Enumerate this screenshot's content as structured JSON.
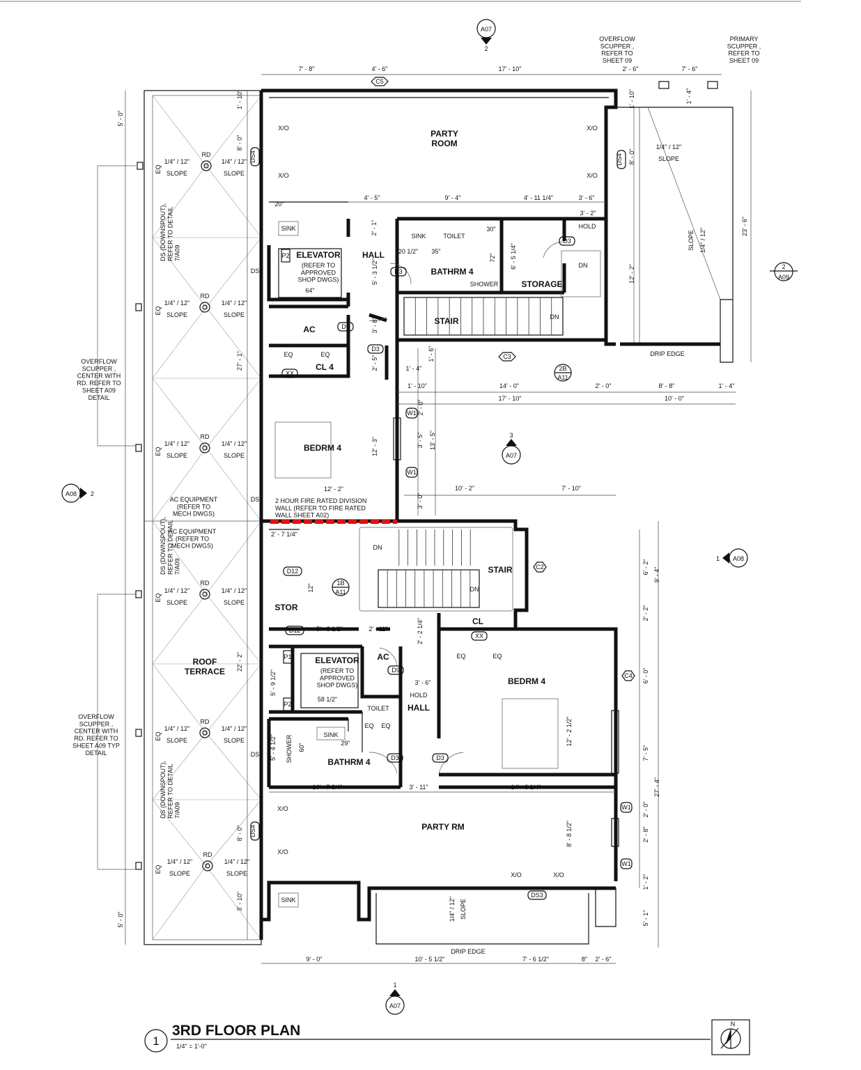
{
  "title_block": {
    "number": "1",
    "title": "3RD FLOOR PLAN",
    "scale": "1/4\" = 1'-0\"",
    "north": "N"
  },
  "section_marks": {
    "top": {
      "sheet": "A07",
      "num": "2"
    },
    "bottom": {
      "sheet": "A07",
      "num": "1"
    },
    "left": {
      "sheet": "A08",
      "num": "2"
    },
    "right_a08": {
      "sheet": "A08",
      "num": "1"
    },
    "right_a09": {
      "sheet": "A09",
      "num": "2"
    },
    "center_a07": {
      "sheet": "A07",
      "num": "3"
    },
    "a11_upper": {
      "sheet": "A11",
      "num": "2B"
    },
    "a11_lower": {
      "sheet": "A11",
      "num": "1B"
    }
  },
  "rooms": {
    "party_room": "PARTY\nROOM",
    "elevator_upper": "ELEVATOR",
    "elevator_note": "(REFER TO\nAPPROVED\nSHOP DWGS)",
    "hall": "HALL",
    "bathrm": "BATHRM 4",
    "storage": "STORAGE",
    "stair": "STAIR",
    "ac": "AC",
    "cl4": "CL 4",
    "bedrm": "BEDRM 4",
    "stor": "STOR",
    "cl": "CL",
    "party_rm": "PARTY RM",
    "roof_terrace": "ROOF\nTERRACE",
    "toilet": "TOILET",
    "sink": "SINK",
    "shower": "SHOWER",
    "hold": "HOLD"
  },
  "notes": {
    "overflow_top": "OVERFLOW\nSCUPPER ,\nREFER TO\nSHEET 09",
    "primary_top": "PRIMARY\nSCUPPER ,\nREFER TO\nSHEET 09",
    "overflow_left_upper": "OVERFLOW\nSCUPPER ,\nCENTER WITH\nRD. REFER TO\nSHEET A09\nDETAIL",
    "overflow_left_lower": "OVERFLOW\nSCUPPER ,\nCENTER WITH\nRD. REFER TO\nSHEET A09 TYP\nDETAIL",
    "ac_equip": "AC EQUIPMENT\n(REFER TO\nMECH DWGS)",
    "downspout": "DS (DOWNSPOUT),\nREFER TO DETAIL\n7/A09",
    "fire_wall": "2 HOUR FIRE RATED DIVISION\nWALL (REFER TO FIRE RATED\nWALL SHEET A02)",
    "drip_edge": "DRIP EDGE",
    "slope": "SLOPE",
    "slope_value": "1/4\" / 12\"",
    "rd": "RD",
    "ds": "DS",
    "eq": "EQ",
    "xo": "X/O",
    "dn": "DN"
  },
  "tags": {
    "c5": "C5",
    "c3": "C3",
    "c2": "C2",
    "c4": "C4",
    "d3": "D3",
    "d9": "D9",
    "d12": "D12",
    "ds3": "DS3",
    "ds4": "DS4",
    "w1": "W1",
    "xx": "XX",
    "p1": "P1",
    "p2": "P2"
  },
  "dims": {
    "top": [
      "7' - 8\"",
      "4' - 6\"",
      "17' - 10\"",
      "2' - 6\"",
      "7' - 6\""
    ],
    "row2": [
      "4' - 5\"",
      "9' - 4\"",
      "4' - 11 1/4\"",
      "3' - 6\""
    ],
    "mid": [
      "14' - 0\"",
      "2' - 0\"",
      "8' - 8\"",
      "1' - 4\"",
      "17' - 10\"",
      "10' - 0\"",
      "10' - 2\"",
      "7' - 10\"",
      "12' - 2\""
    ],
    "bottom": [
      "9' - 0\"",
      "10' - 5 1/2\"",
      "7' - 6 1/2\"",
      "8\"",
      "2' - 6\""
    ],
    "lower_row": [
      "10' - 7 3/4\"",
      "3' - 11\"",
      "14' - 3 1/4\"",
      "5' - 3 1/2\"",
      "2' - 11\""
    ],
    "left_vert": [
      "5' - 0\"",
      "8' - 0\"",
      "27' - 1\"",
      "22' - 2\"",
      "8' - 0\"",
      "3' - 10\"",
      "5' - 0\"",
      "1' - 10\""
    ],
    "right_vert": [
      "23' - 6\"",
      "12' - 2\"",
      "8' - 0\"",
      "3' - 2\"",
      "6' - 2\"",
      "9' - 4\"",
      "2' - 2\"",
      "6' - 0\"",
      "12' - 2 1/2\"",
      "7' - 5\"",
      "27' - 4\"",
      "2' - 0\"",
      "2' - 8\"",
      "1' - 2\"",
      "5' - 1\"",
      "8' - 8 1/2\"",
      "1' - 10\"",
      "1' - 4\""
    ],
    "misc": [
      "20\"",
      "30\"",
      "35\"",
      "72\"",
      "64\"",
      "58 1/2\"",
      "60\"",
      "29\"",
      "12\"",
      "2' - 1\"",
      "20 1/2\"",
      "5' - 3 1/2\"",
      "6' - 5 1/4\"",
      "3' - 8\"",
      "2' - 5\"",
      "1' - 6\"",
      "1' - 4\"",
      "1' - 10\"",
      "2' - 0\"",
      "3' - 5\"",
      "13' - 5\"",
      "12' - 3\"",
      "3' - 0\"",
      "2' - 7 1/4\"",
      "2' - 2 1/4\"",
      "3' - 6\"",
      "5' - 9 1/2\"",
      "5' - 4 1/2\""
    ]
  }
}
